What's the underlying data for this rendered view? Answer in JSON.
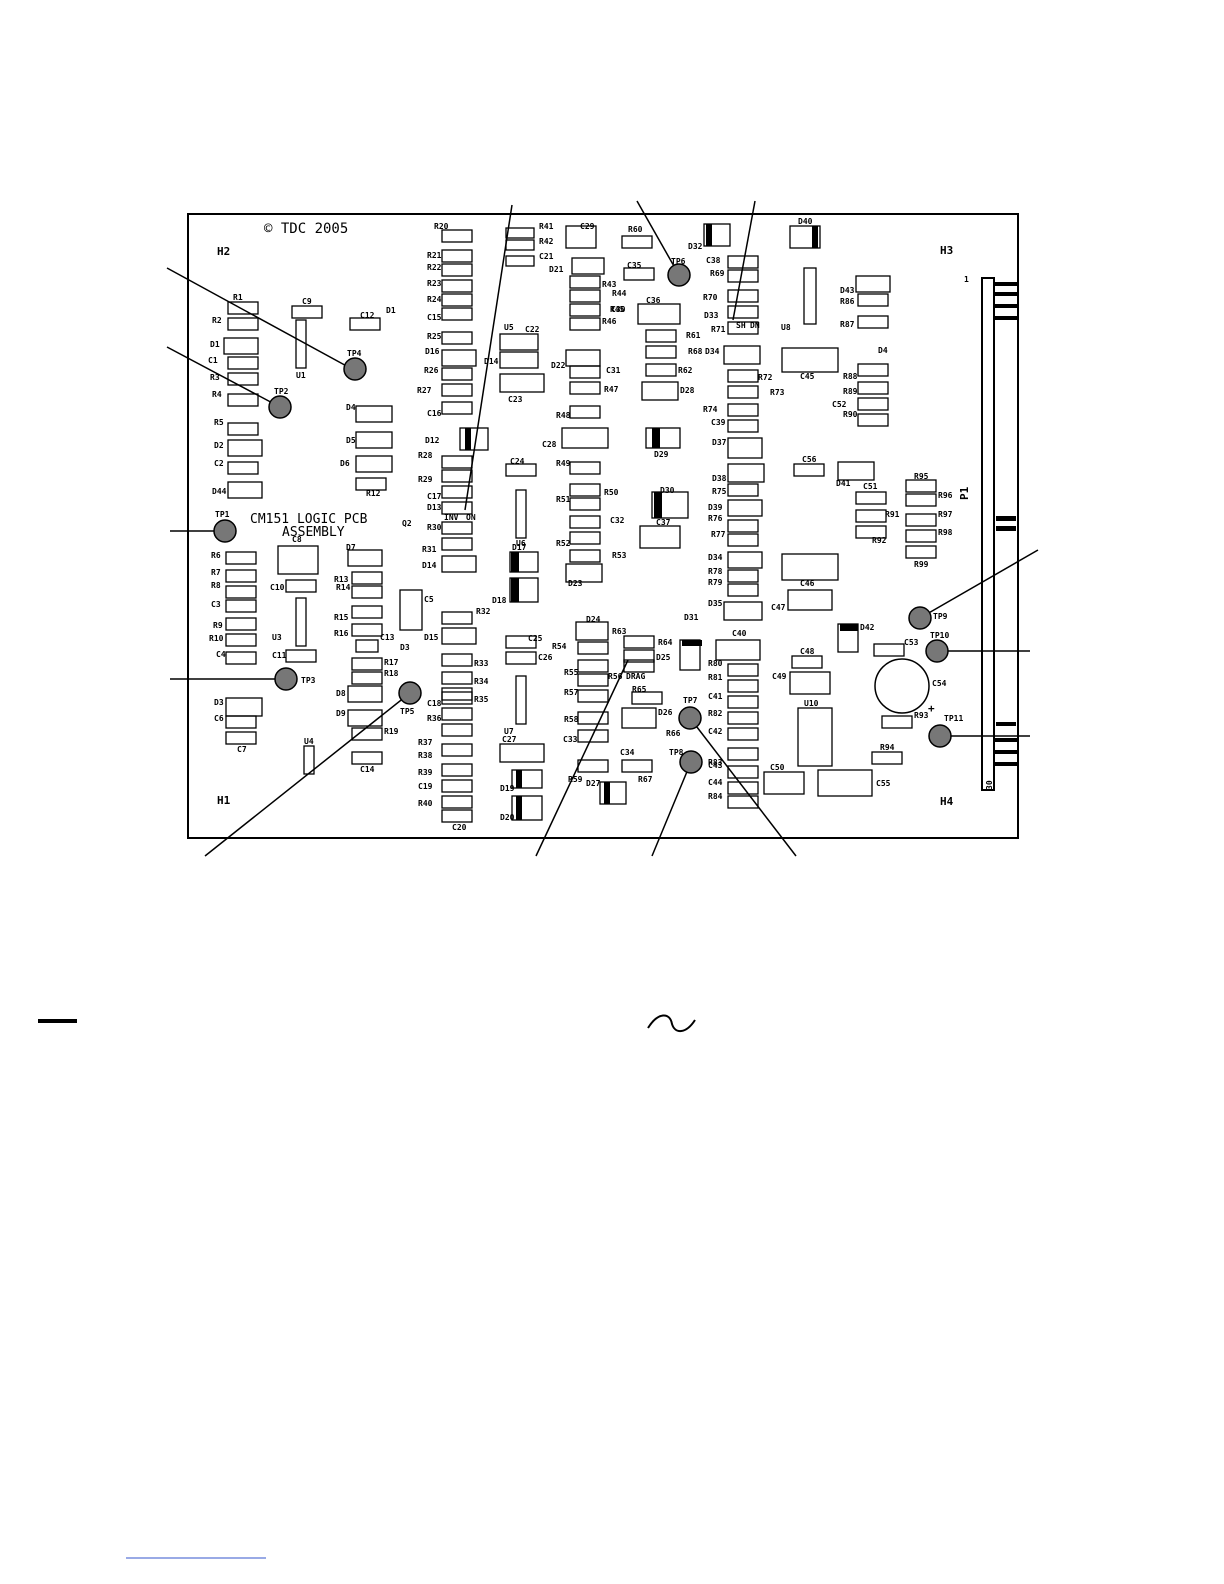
{
  "board": {
    "copyright": "© TDC  2005",
    "title_line1": "CM151  LOGIC  PCB",
    "title_line2": "ASSEMBLY",
    "connector": "P1"
  },
  "mounting_holes": [
    "H1",
    "H2",
    "H3",
    "H4"
  ],
  "test_points": [
    "TP1",
    "TP2",
    "TP3",
    "TP4",
    "TP5",
    "TP6",
    "TP7",
    "TP8",
    "TP9",
    "TP10",
    "TP11"
  ],
  "components": [
    "R1",
    "R2",
    "D1",
    "C1",
    "R3",
    "R4",
    "R5",
    "D2",
    "C2",
    "D44",
    "C9",
    "U1",
    "C12",
    "D1",
    "R20",
    "R21",
    "R22",
    "R23",
    "R24",
    "C15",
    "R25",
    "D16",
    "R26",
    "R27",
    "C16",
    "D4",
    "D5",
    "D6",
    "R12",
    "D12",
    "R28",
    "R29",
    "C17",
    "D13",
    "R30",
    "R31",
    "D14",
    "INV",
    "ON",
    "Q2",
    "R41",
    "R42",
    "C21",
    "D21",
    "C29",
    "R43",
    "R44",
    "R45",
    "R46",
    "U5",
    "C22",
    "D14",
    "C23",
    "D22",
    "C31",
    "R47",
    "R48",
    "C28",
    "R49",
    "R50",
    "R51",
    "C32",
    "R52",
    "R53",
    "R60",
    "C35",
    "C36",
    "C30",
    "R61",
    "R68",
    "R62",
    "D28",
    "D29",
    "D30",
    "C37",
    "D32",
    "C38",
    "R69",
    "R70",
    "D33",
    "R71",
    "SH",
    "DN",
    "D34",
    "R72",
    "R73",
    "R74",
    "C39",
    "D37",
    "D38",
    "R75",
    "D39",
    "R76",
    "R77",
    "D34",
    "R78",
    "R79",
    "D35",
    "D40",
    "U8",
    "D43",
    "R86",
    "R87",
    "D4",
    "C45",
    "R88",
    "R89",
    "C52",
    "R90",
    "C56",
    "D41",
    "C51",
    "R91",
    "R92",
    "R95",
    "R96",
    "R97",
    "R98",
    "R99",
    "C46",
    "C47",
    "R6",
    "R7",
    "R8",
    "C3",
    "R9",
    "R10",
    "C4",
    "C8",
    "C10",
    "U3",
    "C11",
    "D7",
    "R13",
    "R14",
    "R15",
    "R16",
    "C13",
    "C5",
    "R32",
    "D15",
    "D3",
    "R17",
    "R18",
    "D8",
    "D9",
    "R19",
    "C14",
    "U4",
    "D3",
    "C6",
    "C7",
    "R33",
    "R34",
    "R35",
    "C18",
    "R36",
    "R37",
    "R38",
    "R39",
    "C19",
    "R40",
    "C20",
    "C24",
    "U6",
    "D17",
    "D18",
    "D23",
    "C25",
    "C26",
    "U7",
    "C27",
    "D19",
    "D20",
    "D24",
    "R63",
    "R64",
    "D25",
    "R54",
    "R55",
    "R56",
    "DRAG",
    "R57",
    "R65",
    "D26",
    "R58",
    "C33",
    "R66",
    "C34",
    "R59",
    "D27",
    "R67",
    "D31",
    "C40",
    "R80",
    "R81",
    "C41",
    "R82",
    "C42",
    "R83",
    "C43",
    "C44",
    "R84",
    "C48",
    "C49",
    "U10",
    "D42",
    "C53",
    "C54",
    "R93",
    "R94",
    "C50",
    "C55"
  ],
  "corner_marks": [
    "1",
    "30"
  ],
  "legend": {
    "left_symbol": "dash",
    "right_symbol": "tilde"
  }
}
